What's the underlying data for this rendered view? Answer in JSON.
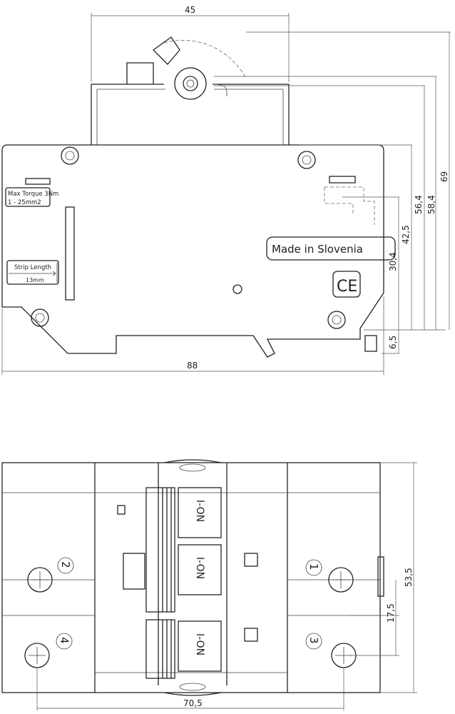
{
  "labels": {
    "max_torque": "Max Torque 3Nm",
    "wire_range": "1 - 25mm2",
    "strip_length": "Strip Length",
    "strip_value": "13mm",
    "made_in": "Made in Slovenia",
    "ce_mark": "CE",
    "switch_text": "I-ON",
    "terminals": [
      "1",
      "2",
      "3",
      "4"
    ]
  },
  "dimensions": {
    "top_width": "45",
    "overall_length": "88",
    "h_69": "69",
    "h_58_4": "58,4",
    "h_56_4": "56,4",
    "h_42_5": "42,5",
    "h_30_4": "30,4",
    "h_6_5": "6,5",
    "w_53_5": "53,5",
    "w_17_5": "17,5",
    "w_70_5": "70,5"
  }
}
